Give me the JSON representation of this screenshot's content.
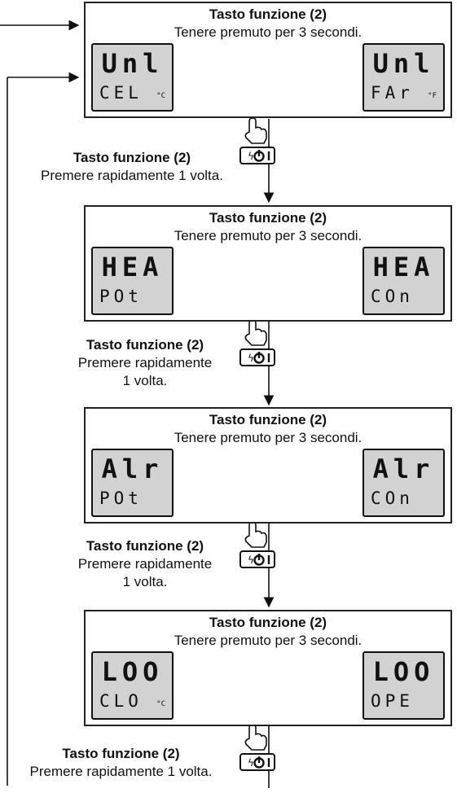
{
  "title_action": "Tasto funzione (2)",
  "hold_instruction": "Tenere premuto per 3 secondi.",
  "steps": [
    {
      "left_top": "Unl",
      "left_bottom": "CEL",
      "left_unit": "°C",
      "right_top": "Unl",
      "right_bottom": "FAr",
      "right_unit": "°F"
    },
    {
      "left_top": "HEA",
      "left_bottom": "POt",
      "left_unit": "",
      "right_top": "HEA",
      "right_bottom": "COn",
      "right_unit": ""
    },
    {
      "left_top": "Alr",
      "left_bottom": "POt",
      "left_unit": "",
      "right_top": "Alr",
      "right_bottom": "COn",
      "right_unit": ""
    },
    {
      "left_top": "LOO",
      "left_bottom": "CLO",
      "left_unit": "°C",
      "right_top": "LOO",
      "right_bottom": "OPE",
      "right_unit": ""
    }
  ],
  "notes": [
    {
      "title": "Tasto funzione (2)",
      "line1": "Premere rapidamente 1 volta.",
      "line2": ""
    },
    {
      "title": "Tasto funzione (2)",
      "line1": "Premere rapidamente",
      "line2": "1 volta."
    },
    {
      "title": "Tasto funzione (2)",
      "line1": "Premere rapidamente",
      "line2": "1 volta."
    },
    {
      "title": "Tasto funzione (2)",
      "line1": "Premere rapidamente 1 volta.",
      "line2": ""
    }
  ],
  "button_icon": "power-function-key-icon",
  "hand_icon": "pointing-hand-icon"
}
